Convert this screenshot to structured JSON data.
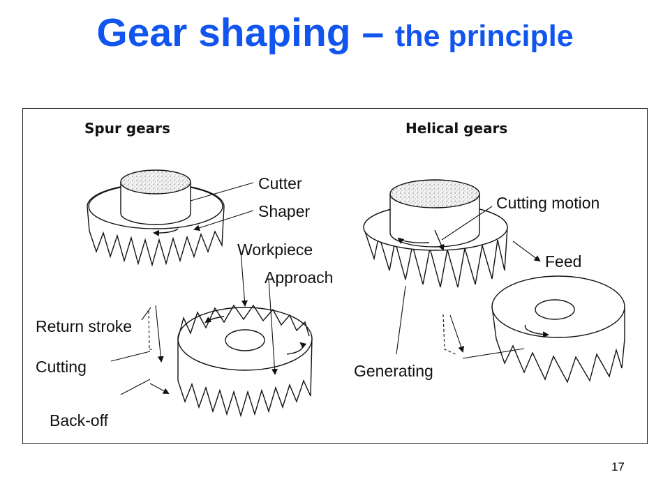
{
  "slide": {
    "title_main": "Gear shaping",
    "title_sep": " – ",
    "title_sub": "the principle",
    "page_number": "17"
  },
  "diagram": {
    "spur_heading": "Spur gears",
    "helical_heading": "Helical gears",
    "labels": {
      "cutter": "Cutter",
      "shaper": "Shaper",
      "workpiece": "Workpiece",
      "approach": "Approach",
      "return_stroke": "Return stroke",
      "cutting": "Cutting",
      "back_off": "Back-off",
      "cutting_motion": "Cutting motion",
      "feed": "Feed",
      "generating": "Generating"
    }
  }
}
